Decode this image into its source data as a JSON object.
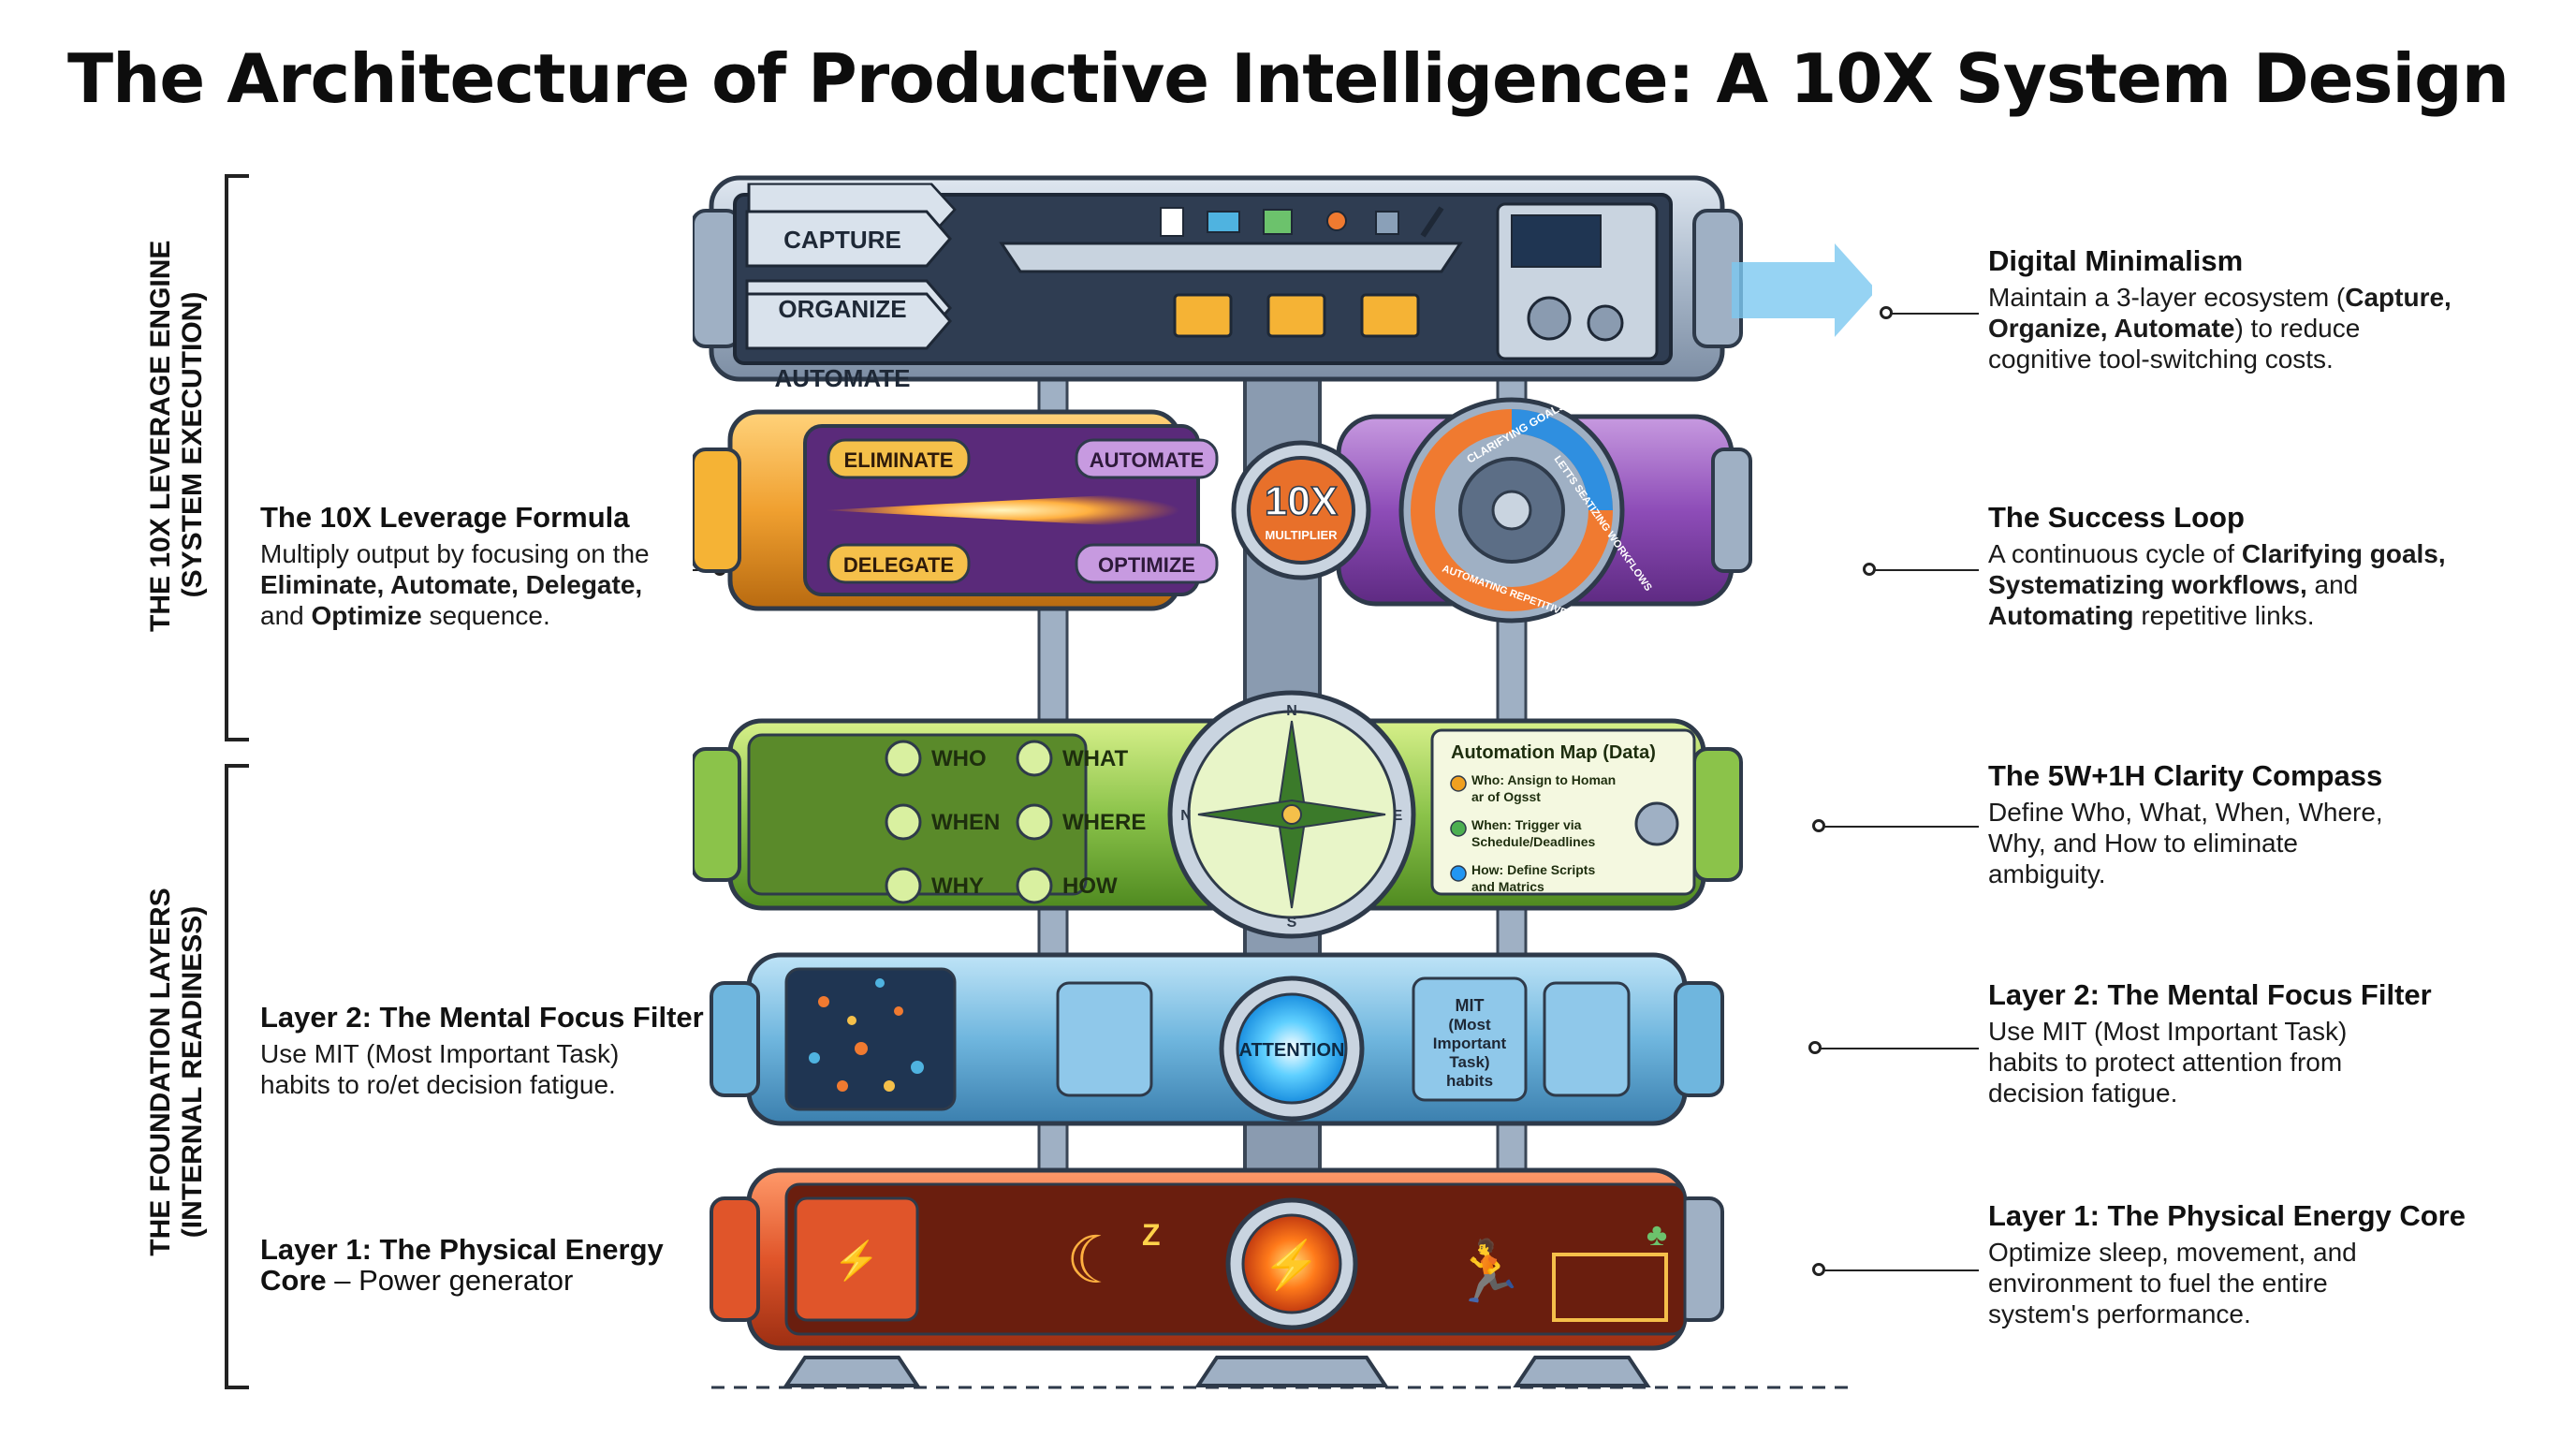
{
  "title": "The Architecture of Productive Intelligence: A 10X System Design",
  "side_labels": {
    "engine": [
      "THE 10X LEVERAGE ENGINE",
      "(SYSTEM EXECUTION)"
    ],
    "foundation": [
      "THE FOUNDATION LAYERS",
      "(INTERNAL READINESS)"
    ]
  },
  "left_annotations": {
    "leverage": {
      "title": "The 10X Leverage Formula",
      "pre": "Multiply output by focusing on the",
      "b1": "Eliminate, Automate, Delegate,",
      "mid": "and",
      "b2": "Optimize",
      "post": "sequence."
    },
    "focus": {
      "title": "Layer 2: The Mental Focus Filter",
      "line1": "Use MIT (Most Important Task)",
      "line2": "habits to ro/et decision fatigue."
    },
    "energy": {
      "title": "Layer 1: The Physical Energy",
      "title2": "Core",
      "post": "– Power generator"
    }
  },
  "right_annotations": {
    "minimalism": {
      "title": "Digital Minimalism",
      "pre": "Maintain a 3-layer ecosystem (",
      "b": "Capture,",
      "b2": "Organize, Automate",
      "post": ") to reduce",
      "line3": "cognitive tool-switching costs."
    },
    "success": {
      "title": "The Success Loop",
      "pre": "A continuous cycle of",
      "b1": "Clarifying goals,",
      "b2": "Systematizing workflows,",
      "mid": "and",
      "b3": "Automating",
      "post": "repetitive links."
    },
    "compass": {
      "title": "The 5W+1H Clarity Compass",
      "line1": "Define Who, What, When, Where,",
      "line2": "Why, and How to eliminate",
      "line3": "ambiguity."
    },
    "focus": {
      "title": "Layer 2: The Mental Focus Filter",
      "line1": "Use MIT (Most Important Task)",
      "line2": "habits to protect attention from",
      "line3": "decision fatigue."
    },
    "energy": {
      "title": "Layer 1: The Physical Energy Core",
      "line1": "Optimize sleep, movement, and",
      "line2": "environment to fuel the entire",
      "line3": "system's performance."
    }
  },
  "machine": {
    "layer5": {
      "tabs": [
        "CAPTURE",
        "ORGANIZE",
        "AUTOMATE"
      ]
    },
    "layer4": {
      "labels": [
        "ELIMINATE",
        "AUTOMATE",
        "DELEGATE",
        "OPTIMIZE"
      ],
      "hub_big": "10X",
      "hub_small": "MULTIPLIER",
      "loop_text": [
        "CLARIFYING GOALS",
        "LETTS SEATIZING WORKFLOWS",
        "AUTOMATING REPETITIVE LINKS"
      ]
    },
    "layer3": {
      "w_labels": [
        "WHO",
        "WHAT",
        "WHEN",
        "WHERE",
        "WHY",
        "HOW"
      ],
      "compass_dirs": [
        "N",
        "E",
        "N",
        "S"
      ],
      "map_title": "Automation Map (Data)",
      "map_items": [
        {
          "l1": "Who: Ansign to Homan",
          "l2": "ar of Ogsst",
          "color": "#f0a020"
        },
        {
          "l1": "When: Trigger via",
          "l2": "Schedule/Deadlines",
          "color": "#4caf50"
        },
        {
          "l1": "How: Define Scripts",
          "l2": "and Matrics",
          "color": "#2196f3"
        }
      ]
    },
    "layer2": {
      "center": "ATTENTION",
      "mit": [
        "MIT",
        "(Most",
        "Important",
        "Task)",
        "habits"
      ]
    },
    "layer1": {
      "z": "Z"
    }
  },
  "colors": {
    "gray": "#9fb0c4",
    "orange": "#f0a030",
    "purple": "#9b59b6",
    "green": "#8bc34a",
    "blue": "#5aa8d8",
    "red": "#e05a2a"
  }
}
